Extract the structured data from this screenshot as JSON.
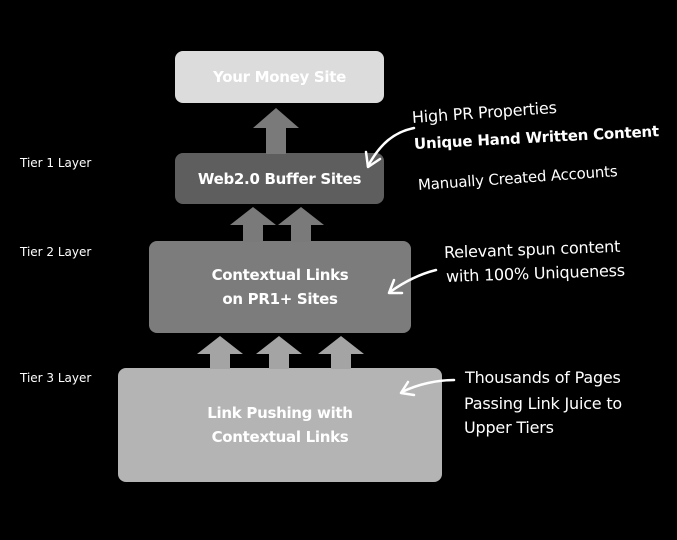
{
  "boxes": {
    "money_site": "Your Money Site",
    "web20": "Web2.0 Buffer Sites",
    "contextual": "Contextual Links\non PR1+ Sites",
    "pushing": "Link Pushing with\nContextual Links"
  },
  "tiers": {
    "tier1": "Tier 1 Layer",
    "tier2": "Tier 2 Layer",
    "tier3": "Tier 3 Layer"
  },
  "annotations": {
    "tier1": [
      "High PR Properties",
      "Unique Hand Written Content",
      "Manually Created Accounts"
    ],
    "tier2": [
      "Relevant spun content",
      "with 100% Uniqueness"
    ],
    "tier3": [
      "Thousands of Pages",
      "Passing Link Juice to",
      "Upper Tiers"
    ]
  },
  "colors": {
    "background": "#000000",
    "money_site": "#dcdcdc",
    "web20": "#5e5e5e",
    "contextual": "#7c7c7c",
    "pushing": "#b4b4b4",
    "arrows": "#7a7a7a",
    "text": "#ffffff"
  },
  "icons": {
    "flow_arrows": "up-arrow-icon",
    "pointers": "hand-drawn-curved-arrow-icon"
  }
}
